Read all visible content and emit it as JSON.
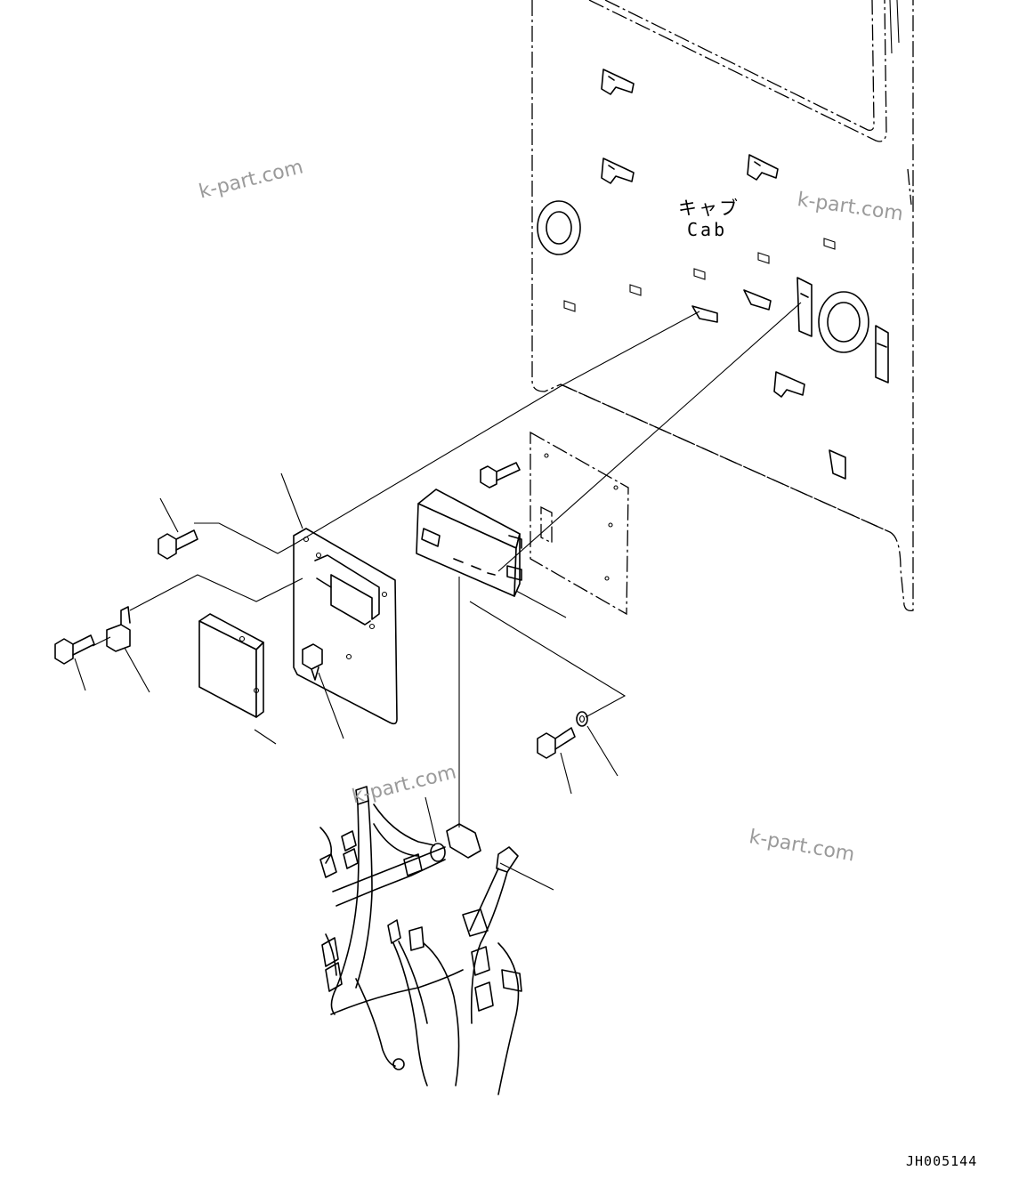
{
  "labels": {
    "cab_jp": "キャブ",
    "cab_en": "Cab",
    "drawing_code": "JH005144"
  },
  "watermarks": [
    "k-part.com",
    "k-part.com",
    "k-part.com",
    "k-part.com"
  ]
}
